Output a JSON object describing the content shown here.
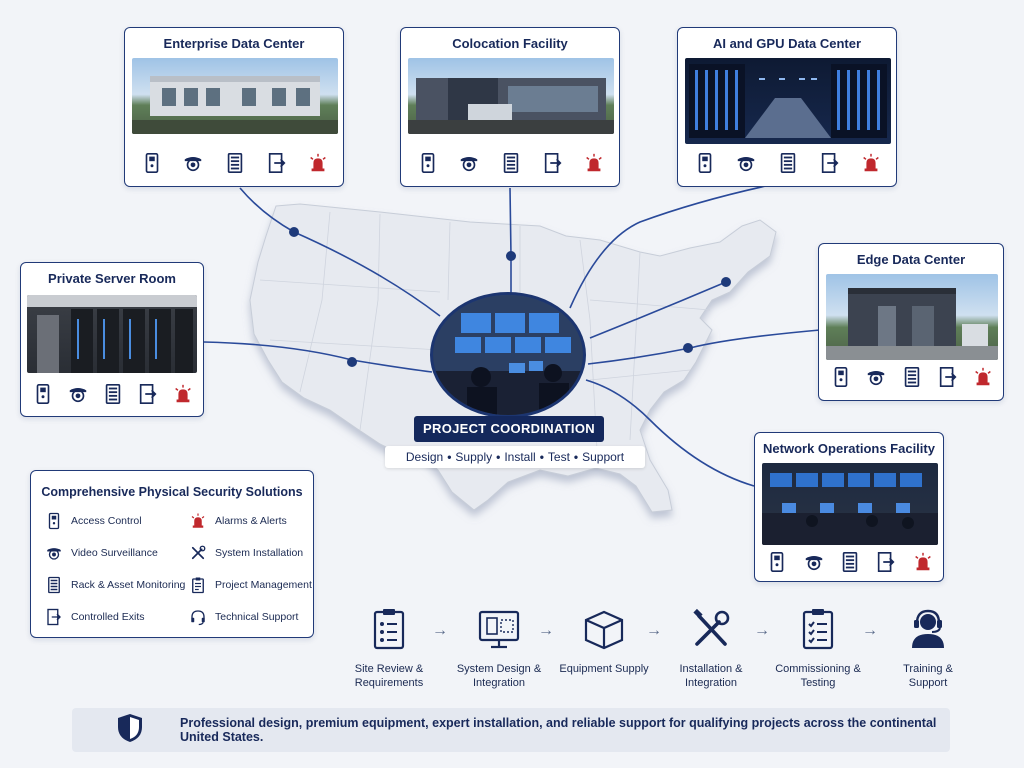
{
  "facilities": [
    {
      "title": "Enterprise Data Center",
      "icons": [
        "access-control-icon",
        "camera-icon",
        "rack-icon",
        "exit-door-icon",
        "alarm-icon"
      ]
    },
    {
      "title": "Colocation Facility",
      "icons": [
        "access-control-icon",
        "camera-icon",
        "rack-icon",
        "exit-door-icon",
        "alarm-icon"
      ]
    },
    {
      "title": "AI and GPU Data Center",
      "icons": [
        "access-control-icon",
        "camera-icon",
        "rack-icon",
        "exit-door-icon",
        "alarm-icon"
      ]
    },
    {
      "title": "Private Server Room",
      "icons": [
        "access-control-icon",
        "camera-icon",
        "rack-icon",
        "exit-door-icon",
        "alarm-icon"
      ]
    },
    {
      "title": "Edge Data Center",
      "icons": [
        "access-control-icon",
        "camera-icon",
        "rack-icon",
        "exit-door-icon",
        "alarm-icon"
      ]
    },
    {
      "title": "Network Operations Facility",
      "icons": [
        "access-control-icon",
        "camera-icon",
        "rack-icon",
        "exit-door-icon",
        "alarm-icon"
      ]
    }
  ],
  "hub": {
    "label": "PROJECT COORDINATION",
    "services": [
      "Design",
      "Supply",
      "Install",
      "Test",
      "Support"
    ]
  },
  "solutions": {
    "title": "Comprehensive Physical Security Solutions",
    "items": [
      {
        "label": "Access Control",
        "icon": "access-control-icon"
      },
      {
        "label": "Alarms & Alerts",
        "icon": "alarm-icon"
      },
      {
        "label": "Video Surveillance",
        "icon": "camera-icon"
      },
      {
        "label": "System Installation",
        "icon": "tools-icon"
      },
      {
        "label": "Rack & Asset Monitoring",
        "icon": "rack-icon"
      },
      {
        "label": "Project Management",
        "icon": "clipboard-icon"
      },
      {
        "label": "Controlled Exits",
        "icon": "exit-door-icon"
      },
      {
        "label": "Technical Support",
        "icon": "headset-icon"
      }
    ]
  },
  "process": [
    {
      "label": "Site Review &\nRequirements",
      "icon": "checklist-icon"
    },
    {
      "label": "System Design &\nIntegration",
      "icon": "monitor-design-icon"
    },
    {
      "label": "Equipment Supply",
      "icon": "box-icon"
    },
    {
      "label": "Installation &\nIntegration",
      "icon": "wrench-screwdriver-icon"
    },
    {
      "label": "Commissioning &\nTesting",
      "icon": "checklist-tested-icon"
    },
    {
      "label": "Training &\nSupport",
      "icon": "support-agent-icon"
    }
  ],
  "footer": {
    "text": "Professional design, premium equipment, expert installation, and reliable support for qualifying projects across the continental United States.",
    "icon": "shield-icon"
  },
  "colors": {
    "navy": "#18295a",
    "accent_red": "#c0282d",
    "line_blue": "#2a4a9a"
  }
}
